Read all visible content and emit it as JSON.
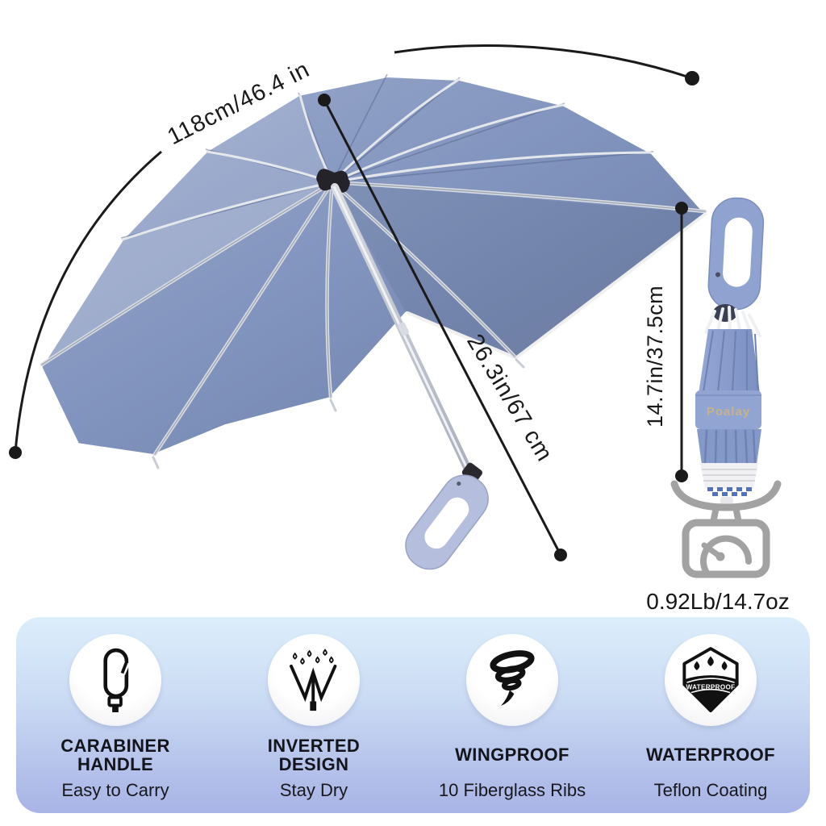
{
  "brand_label": "Poalay",
  "measurements": {
    "canopy_width": "118cm/46.4 in",
    "open_length": "26.3in/67 cm",
    "folded_length": "14.7in/37.5cm",
    "weight": "0.92Lb/14.7oz"
  },
  "waterproof_badge": "WATERPROOF",
  "features": [
    {
      "title_line1": "CARABINER",
      "title_line2": "HANDLE",
      "subtitle": "Easy to Carry",
      "icon": "carabiner-icon"
    },
    {
      "title_line1": "INVERTED",
      "title_line2": "DESIGN",
      "subtitle": "Stay Dry",
      "icon": "inverted-umbrella-rain-icon"
    },
    {
      "title_line1": "WINGPROOF",
      "title_line2": "",
      "subtitle": "10 Fiberglass Ribs",
      "icon": "tornado-icon"
    },
    {
      "title_line1": "WATERPROOF",
      "title_line2": "",
      "subtitle": "Teflon Coating",
      "icon": "waterproof-shield-icon"
    }
  ],
  "colors": {
    "canopy_light": "#9aa9cc",
    "canopy_dark": "#6c7ea8",
    "trim": "#ffffff",
    "handle": "#b5bfdd",
    "annotation": "#1a1a1a",
    "panel_top": "#dceefb",
    "panel_bottom": "#a8b4e5",
    "scale_gray": "#a2a2a2",
    "logo_gold": "#c6b28c"
  },
  "icons": [
    "carabiner-icon",
    "inverted-umbrella-rain-icon",
    "tornado-icon",
    "waterproof-shield-icon",
    "scale-icon"
  ]
}
